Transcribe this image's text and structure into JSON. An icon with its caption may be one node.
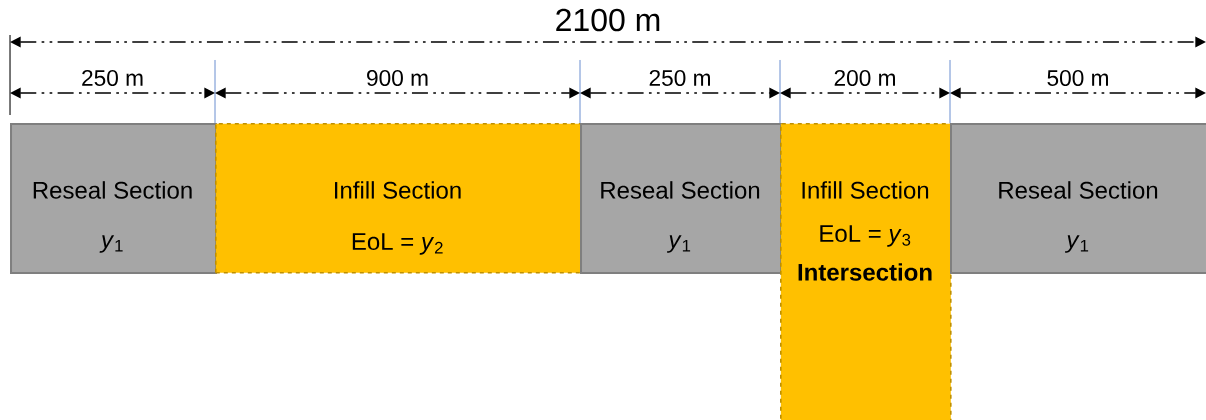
{
  "diagram": {
    "nodes": [
      {
        "text": [
          "Reseal Section",
          "*y*$_{1}$"
        ]
      },
      {
        "text": [
          "Infill Section",
          "EoL = *y*$_{2}$"
        ]
      },
      {
        "text": [
          "Reseal Section",
          "*y*$_{1}$"
        ]
      },
      {
        "text": [
          "Infill Section",
          "EoL = *y*$_{3}$",
          "**Intersection**"
        ]
      },
      {
        "text": [
          "Reseal Section",
          "*y*$_{1}$"
        ]
      }
    ],
    "labels": [
      "2100 m",
      "250 m",
      "900 m",
      "250 m",
      "200 m",
      "500 m"
    ]
  }
}
